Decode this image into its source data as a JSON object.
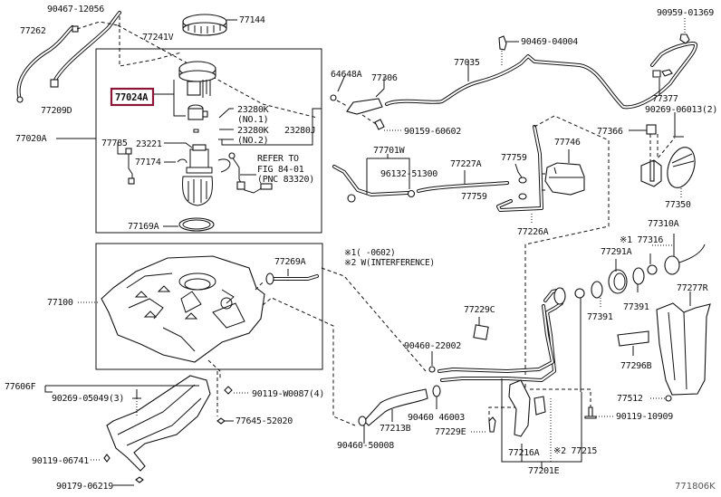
{
  "diagram": {
    "title": "Fuel tank & tube parts diagram",
    "figure_code": "771806K",
    "highlight_color": "#8a1538",
    "highlighted_part": "77024A",
    "notes": {
      "note1": "※1(      -0602)",
      "note2": "※2 W(INTERFERENCE)"
    },
    "refer": {
      "line1": "REFER TO",
      "line2": "FIG 84-01",
      "line3": "(PNC 83320)"
    },
    "labels": {
      "p90467_12056": "90467-12056",
      "p77262": "77262",
      "p77241V": "77241V",
      "p77209D": "77209D",
      "p77144": "77144",
      "p77024A": "77024A",
      "p23280K_1": "23280K",
      "no1": "(NO.1)",
      "p23280K_2": "23280K",
      "no2": "(NO.2)",
      "p23280J": "23280J",
      "p77020A": "77020A",
      "p77785": "77785",
      "p23221": "23221",
      "p77174": "77174",
      "p77169A": "77169A",
      "p64648A": "64648A",
      "p77306": "77306",
      "p90159_60602": "90159-60602",
      "p77035": "77035",
      "p90469_04004": "90469-04004",
      "p90959_01369": "90959-01369",
      "p77377": "77377",
      "p90269_06013": "90269-06013(2)",
      "p77366": "77366",
      "p77350": "77350",
      "p77746": "77746",
      "p77701W": "77701W",
      "p96132_51300": "96132-51300",
      "p77227A": "77227A",
      "p77759_a": "77759",
      "p77759_b": "77759",
      "p77226A": "77226A",
      "p77310A": "77310A",
      "p77316": "※1 77316",
      "p77291A": "77291A",
      "p77391_a": "77391",
      "p77391_b": "77391",
      "p77277R": "77277R",
      "p77296B": "77296B",
      "p77512": "77512",
      "p90119_10909": "90119-10909",
      "p77100": "77100",
      "p77269A": "77269A",
      "p77229C": "77229C",
      "p90460_22002": "90460-22002",
      "p90460_46003": "90460  46003",
      "p77213B": "77213B",
      "p90460_50008": "90460-50008",
      "p77229E": "77229E",
      "p77216A": "77216A",
      "p77215": "※2 77215",
      "p77201E": "77201E",
      "p77606F": "77606F",
      "p90269_05049": "90269-05049(3)",
      "p90119_W0087": "90119-W0087(4)",
      "p77645_52020": "77645-52020",
      "p90119_06741": "90119-06741",
      "p90179_06219": "90179-06219"
    }
  }
}
